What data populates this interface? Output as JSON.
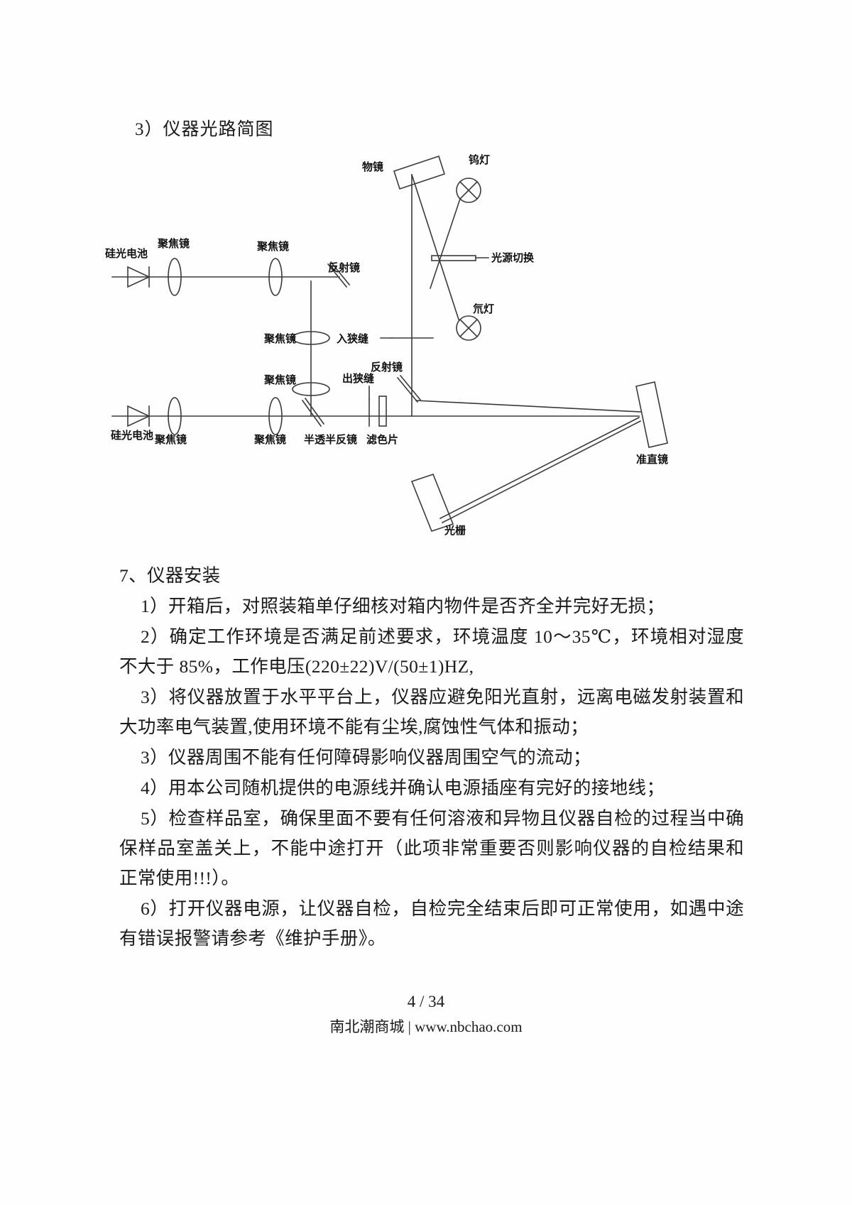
{
  "document": {
    "section_heading": "3）仪器光路简图",
    "page_number": "4 / 34",
    "footer_site": "南北潮商城 | www.nbchao.com"
  },
  "diagram": {
    "title": "仪器光路简图",
    "labels": {
      "objective_mirror": "物镜",
      "tungsten_lamp": "钨灯",
      "deuterium_lamp": "氘灯",
      "source_switch": "光源切换",
      "entrance_slit": "入狭缝",
      "exit_slit": "出狭缝",
      "reflector_upper": "反射镜",
      "reflector_lower": "反射镜",
      "focus_lens_1": "聚焦镜",
      "focus_lens_2": "聚焦镜",
      "focus_lens_3": "聚焦镜",
      "focus_lens_4": "聚焦镜",
      "focus_lens_5": "聚焦镜",
      "focus_lens_6": "聚焦镜",
      "silicon_cell_upper": "硅光电池",
      "silicon_cell_lower": "硅光电池",
      "beam_splitter": "半透半反镜",
      "color_filter": "滤色片",
      "collimator": "准直镜",
      "grating": "光栅"
    }
  },
  "content": {
    "paragraphs": [
      {
        "level": 0,
        "text": "7、仪器安装"
      },
      {
        "level": 1,
        "text": "1）开箱后，对照装箱单仔细核对箱内物件是否齐全并完好无损；"
      },
      {
        "level": 1,
        "text": "2）确定工作环境是否满足前述要求，环境温度 10～35℃，环境相对湿度不大于 85%，工作电压(220±22)V/(50±1)HZ,"
      },
      {
        "level": 1,
        "text": "3）将仪器放置于水平平台上，仪器应避免阳光直射，远离电磁发射装置和大功率电气装置,使用环境不能有尘埃,腐蚀性气体和振动；"
      },
      {
        "level": 1,
        "text": "3）仪器周围不能有任何障碍影响仪器周围空气的流动；"
      },
      {
        "level": 1,
        "text": "4）用本公司随机提供的电源线并确认电源插座有完好的接地线；"
      },
      {
        "level": 1,
        "text": "5）检查样品室，确保里面不要有任何溶液和异物且仪器自检的过程当中确保样品室盖关上，不能中途打开（此项非常重要否则影响仪器的自检结果和正常使用!!!）。"
      },
      {
        "level": 1,
        "text": "6）打开仪器电源，让仪器自检，自检完全结束后即可正常使用，如遇中途有错误报警请参考《维护手册》。"
      }
    ]
  },
  "colors": {
    "ink": "#1a1a1a",
    "line": "#3a3a3a",
    "paper": "#ffffff"
  }
}
